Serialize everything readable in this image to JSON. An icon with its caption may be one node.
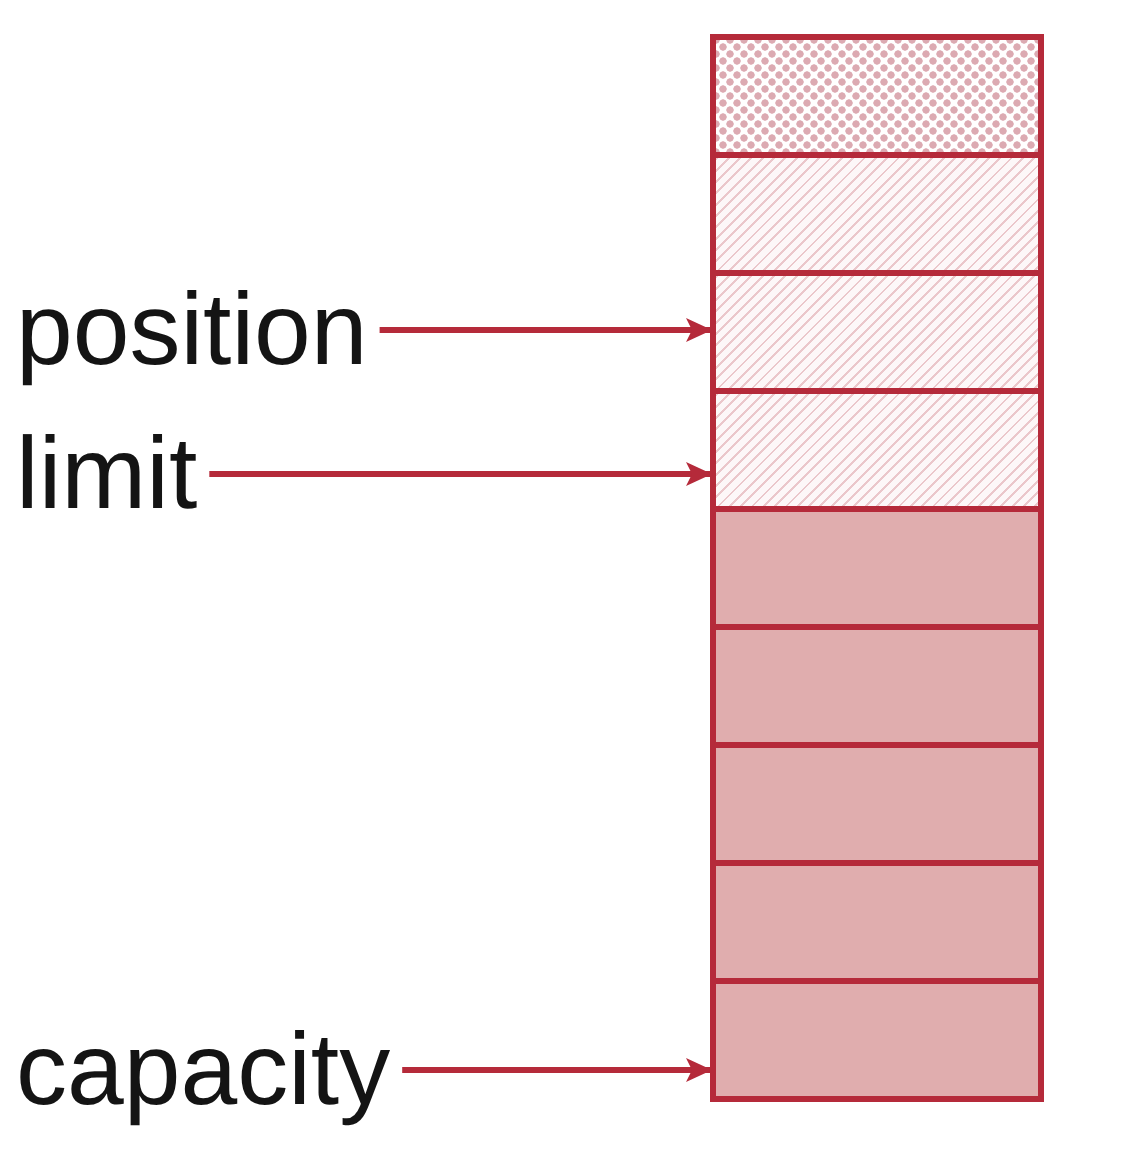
{
  "diagram": {
    "nodes": [
      {
        "text": [
          "position"
        ]
      },
      {
        "text": [
          "limit"
        ]
      },
      {
        "text": [
          "capacity"
        ]
      },
      {
        "text": [],
        "shape": "box"
      },
      {
        "text": [],
        "shape": "box"
      },
      {
        "text": [],
        "shape": "box"
      },
      {
        "text": [],
        "shape": "box"
      },
      {
        "text": [],
        "shape": "box"
      },
      {
        "text": [],
        "shape": "box"
      },
      {
        "text": [],
        "shape": "box"
      },
      {
        "text": [],
        "shape": "box"
      },
      {
        "text": [],
        "shape": "box"
      }
    ],
    "edges": [
      {
        "from": 0,
        "to": 5,
        "arrow": "to"
      },
      {
        "from": 1,
        "to": 6,
        "arrow": "to"
      },
      {
        "from": 2,
        "to": 11,
        "arrow": "to"
      }
    ]
  }
}
